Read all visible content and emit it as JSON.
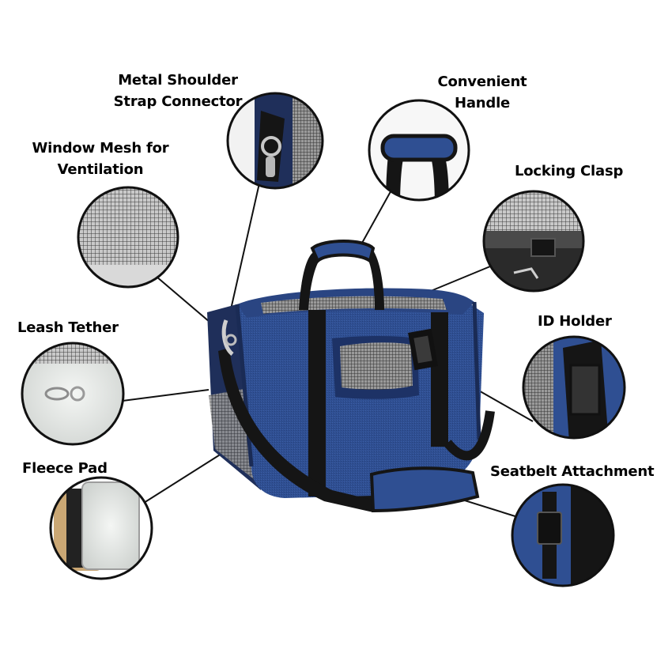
{
  "labels": {
    "metal_shoulder_strap_connector": "Metal Shoulder\nStrap Connector",
    "convenient_handle": "Convenient\nHandle",
    "window_mesh": "Window Mesh for\nVentilation",
    "locking_clasp": "Locking Clasp",
    "leash_tether": "Leash Tether",
    "id_holder": "ID Holder",
    "fleece_pad": "Fleece Pad",
    "seatbelt_attachment": "Seatbelt Attachment"
  },
  "colors": {
    "bag_blue": "#2f4f92",
    "bag_blue_dark": "#203a73",
    "strap_black": "#151515",
    "mesh_grey": "#6d6d6d",
    "fleece": "#e9ece9",
    "callout_ring": "#111111"
  }
}
